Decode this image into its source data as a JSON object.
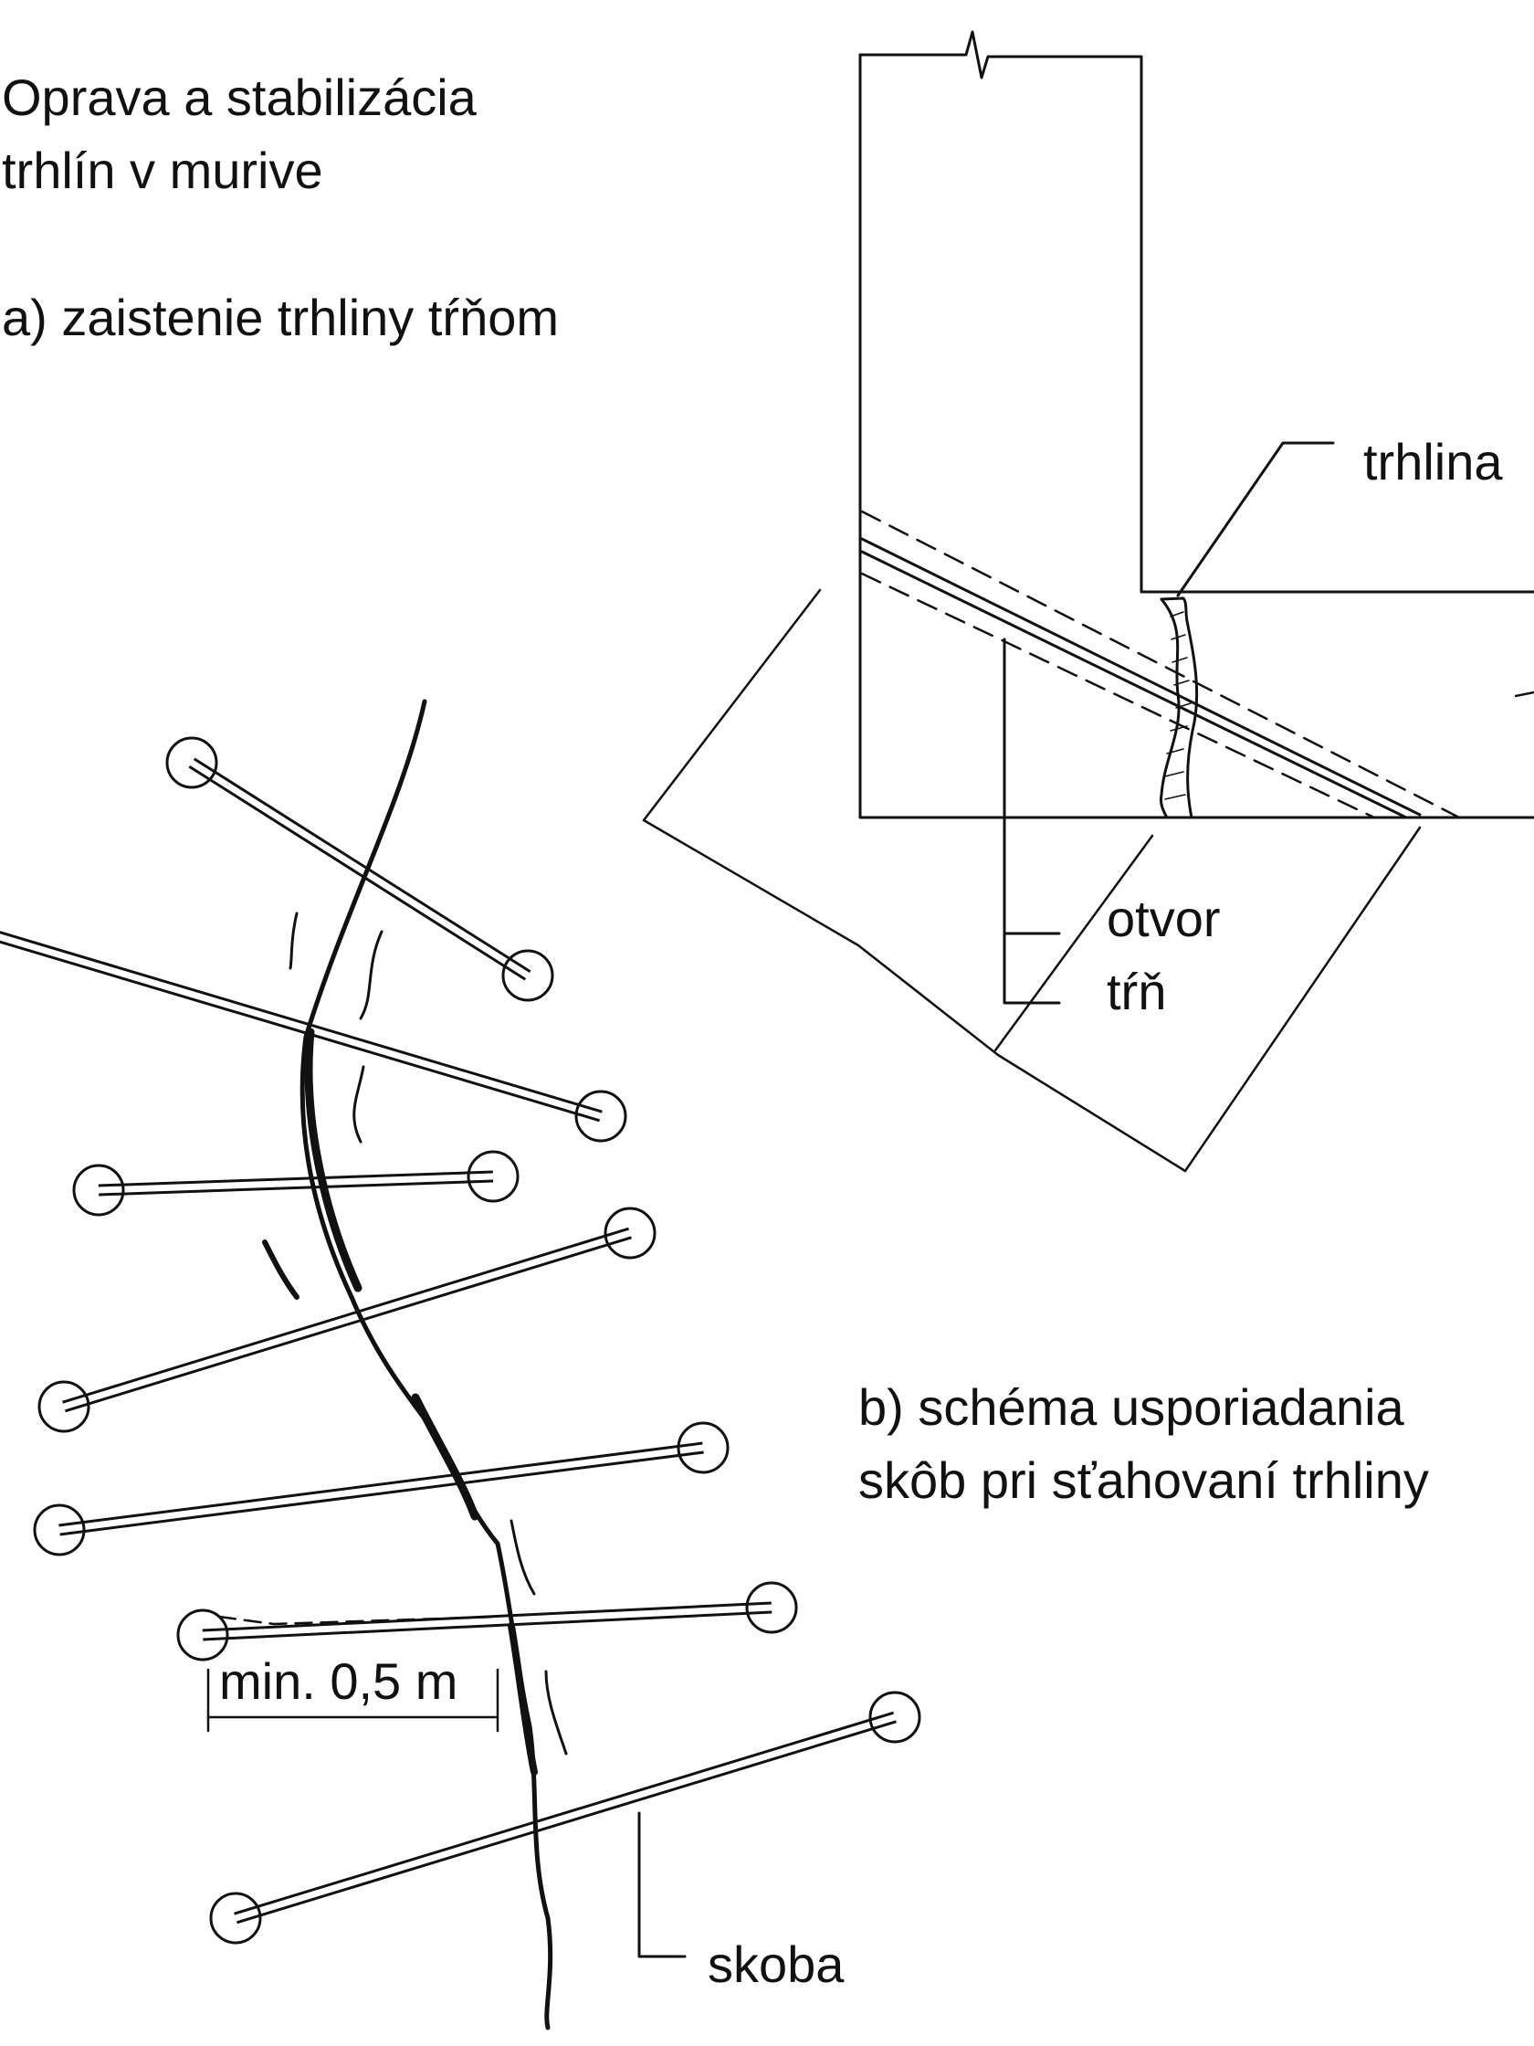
{
  "title": {
    "line1": "Oprava a stabilizácia",
    "line2": "trhlín v murive"
  },
  "section_a": {
    "caption": "a) zaistenie trhliny tŕňom",
    "label_crack": "trhlina",
    "label_hole_line1": "otvor",
    "label_hole_line2": "tŕň"
  },
  "section_b": {
    "caption_line1": "b) schéma usporiadania",
    "caption_line2": "skôb pri sťahovaní trhliny",
    "dimension_label": "min. 0,5 m",
    "label_staple": "skoba"
  }
}
